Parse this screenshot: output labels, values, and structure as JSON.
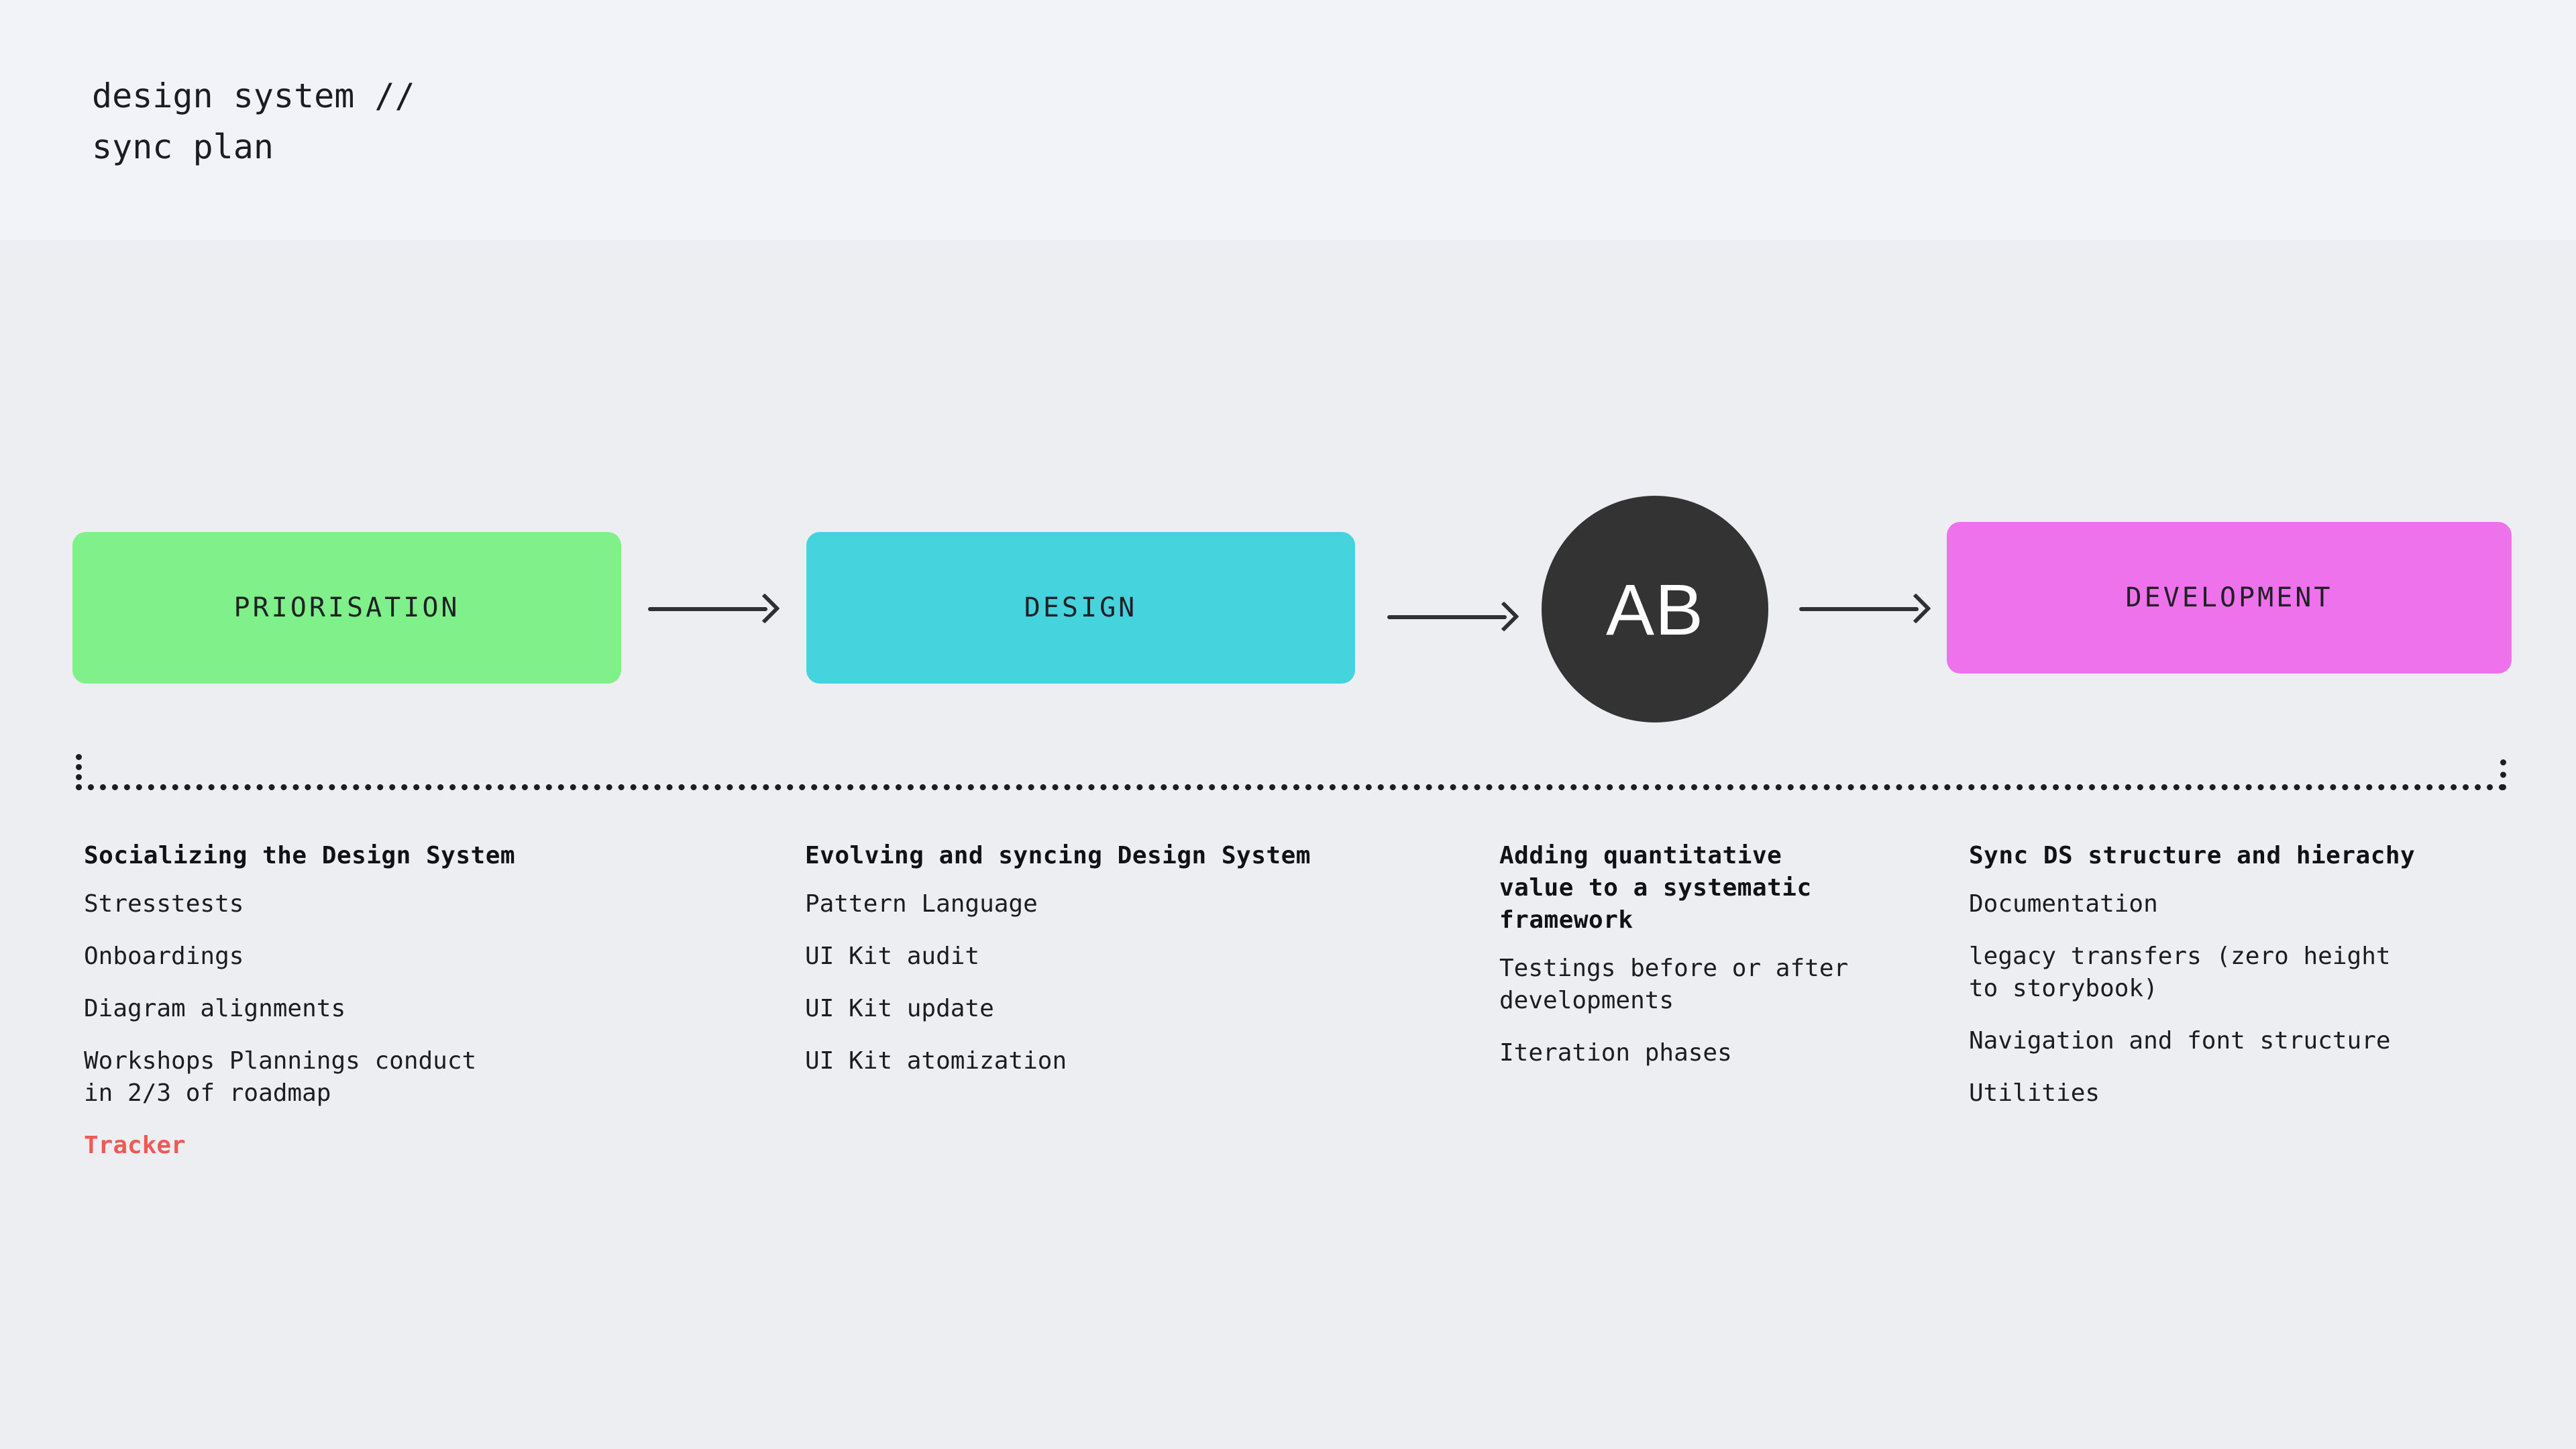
{
  "page": {
    "background_color": "#ECEEF2",
    "header_background_color": "#F2F3F8",
    "accent_color": "#EC5B56"
  },
  "header": {
    "title": "design system //\nsync plan"
  },
  "flow": {
    "stages": [
      {
        "label": "PRIORISATION",
        "color": "#80F18A",
        "shape": "rounded-rect"
      },
      {
        "label": "DESIGN",
        "color": "#45D3DE",
        "shape": "rounded-rect"
      },
      {
        "label": "AB",
        "color": "#333333",
        "shape": "circle"
      },
      {
        "label": "DEVELOPMENT",
        "color": "#EE72EC",
        "shape": "rounded-rect"
      }
    ],
    "connector_icons": [
      "arrow-right-icon",
      "arrow-right-icon",
      "arrow-right-icon"
    ],
    "bracket_style": "dotted"
  },
  "columns": [
    {
      "title": "Socializing the Design System",
      "items": [
        "Stresstests",
        "Onboardings",
        "Diagram alignments",
        "Workshops Plannings conduct\nin 2/3 of roadmap"
      ],
      "accent_item": "Tracker"
    },
    {
      "title": "Evolving and syncing Design System",
      "items": [
        "Pattern Language",
        "UI Kit audit",
        "UI Kit update",
        "UI Kit atomization"
      ],
      "accent_item": null
    },
    {
      "title": "Adding quantitative\nvalue to a systematic\nframework",
      "items": [
        "Testings before or after\ndevelopments",
        "Iteration phases"
      ],
      "accent_item": null
    },
    {
      "title": "Sync DS structure and hierachy",
      "items": [
        "Documentation",
        "legacy transfers (zero height\nto storybook)",
        "Navigation and font structure",
        "Utilities"
      ],
      "accent_item": null
    }
  ]
}
